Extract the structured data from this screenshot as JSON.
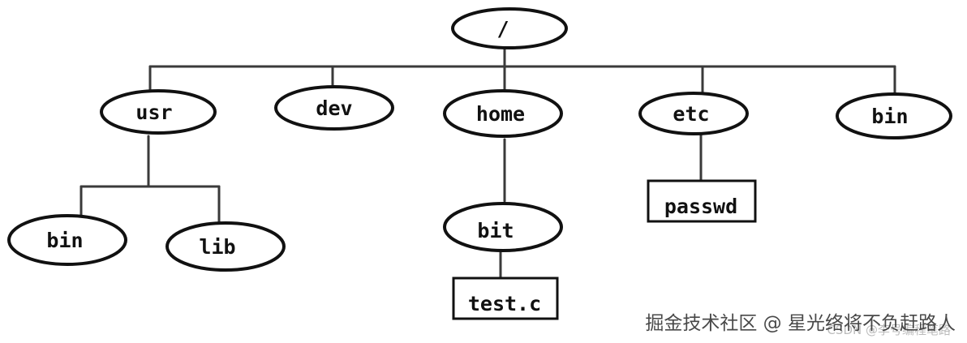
{
  "tree": {
    "root": "/",
    "level1": [
      "usr",
      "dev",
      "home",
      "etc",
      "bin"
    ],
    "usr_children": [
      "bin",
      "lib"
    ],
    "home_children": [
      "bit"
    ],
    "bit_children": [
      "test.c"
    ],
    "etc_children": [
      "passwd"
    ]
  },
  "watermark": {
    "main": "掘金技术社区 @ 星光络将不负赶路人",
    "sub": "CSDN @李号编程笔路"
  }
}
